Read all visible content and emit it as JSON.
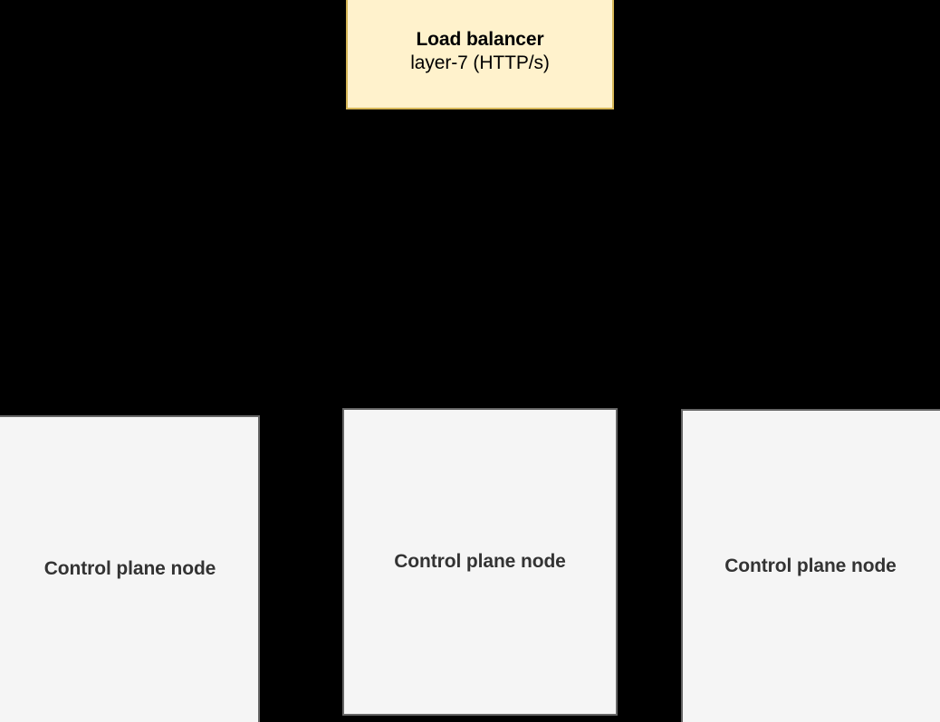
{
  "diagram": {
    "background_color": "#000000",
    "load_balancer": {
      "title": "Load balancer",
      "subtitle": "layer-7 (HTTP/s)",
      "fill_color": "#fff2cc",
      "border_color": "#d6b656",
      "text_color": "#000000"
    },
    "node_style": {
      "fill_color": "#f5f5f5",
      "border_color": "#666666",
      "text_color": "#333333"
    },
    "control_plane_nodes": [
      {
        "label": "Control plane node"
      },
      {
        "label": "Control plane node"
      },
      {
        "label": "Control plane node"
      }
    ]
  }
}
